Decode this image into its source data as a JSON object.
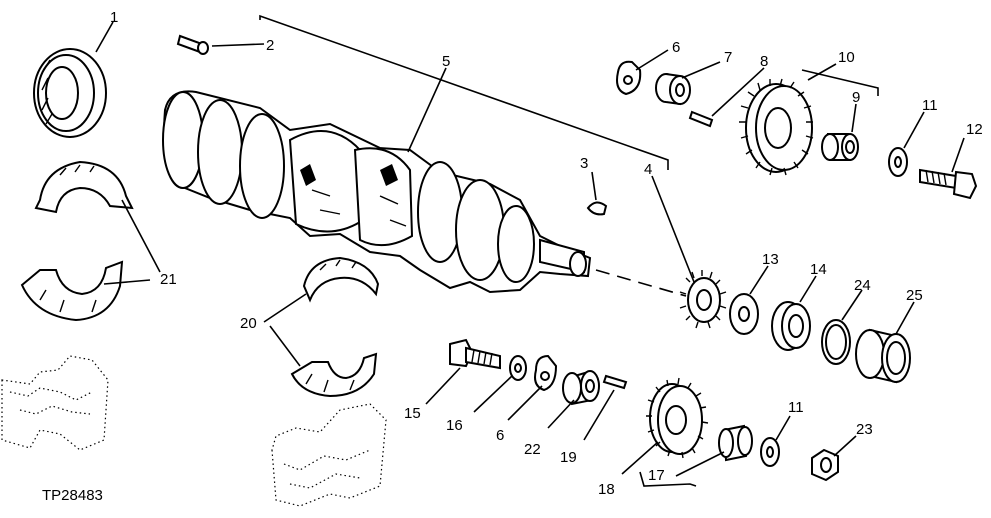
{
  "figure_id": "TP28483",
  "callouts": [
    "1",
    "2",
    "3",
    "4",
    "5",
    "6",
    "7",
    "8",
    "9",
    "10",
    "11",
    "12",
    "13",
    "14",
    "15",
    "16",
    "17",
    "18",
    "19",
    "20",
    "21",
    "22",
    "23",
    "24",
    "25"
  ],
  "callouts_lower": {
    "six": "6",
    "eleven": "11"
  }
}
